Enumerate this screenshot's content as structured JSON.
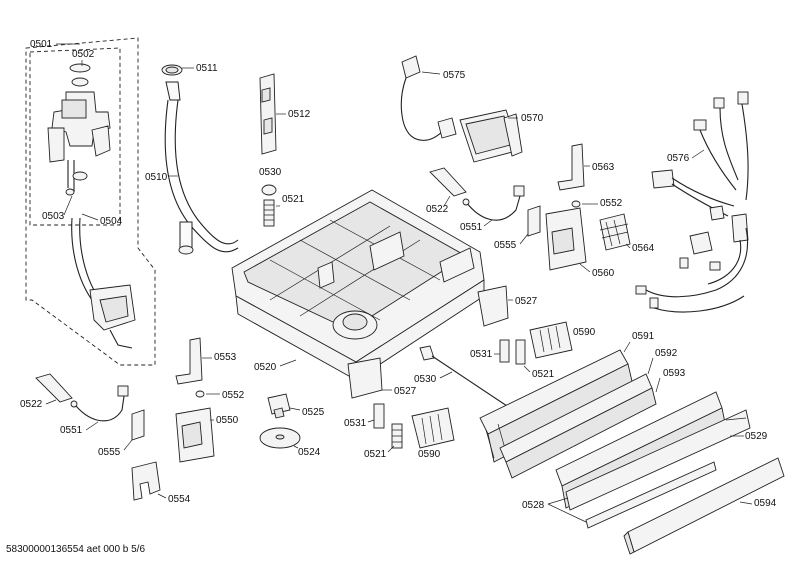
{
  "labels": {
    "l0501": "0501",
    "l0502": "0502",
    "l0503": "0503",
    "l0504": "0504",
    "l0510": "0510",
    "l0511": "0511",
    "l0512": "0512",
    "l0520": "0520",
    "l0521a": "0521",
    "l0521b": "0521",
    "l0521c": "0521",
    "l0522a": "0522",
    "l0522b": "0522",
    "l0524": "0524",
    "l0525": "0525",
    "l0527a": "0527",
    "l0527b": "0527",
    "l0528": "0528",
    "l0529": "0529",
    "l0530a": "0530",
    "l0530b": "0530",
    "l0531a": "0531",
    "l0531b": "0531",
    "l0550": "0550",
    "l0551a": "0551",
    "l0551b": "0551",
    "l0552a": "0552",
    "l0552b": "0552",
    "l0553": "0553",
    "l0554": "0554",
    "l0555a": "0555",
    "l0555b": "0555",
    "l0560": "0560",
    "l0563": "0563",
    "l0564": "0564",
    "l0570": "0570",
    "l0575": "0575",
    "l0576": "0576",
    "l0590a": "0590",
    "l0590b": "0590",
    "l0591": "0591",
    "l0592": "0592",
    "l0593": "0593",
    "l0594": "0594"
  },
  "footer": {
    "doc_id": "58300000136554 aet 000 b 5/6"
  }
}
